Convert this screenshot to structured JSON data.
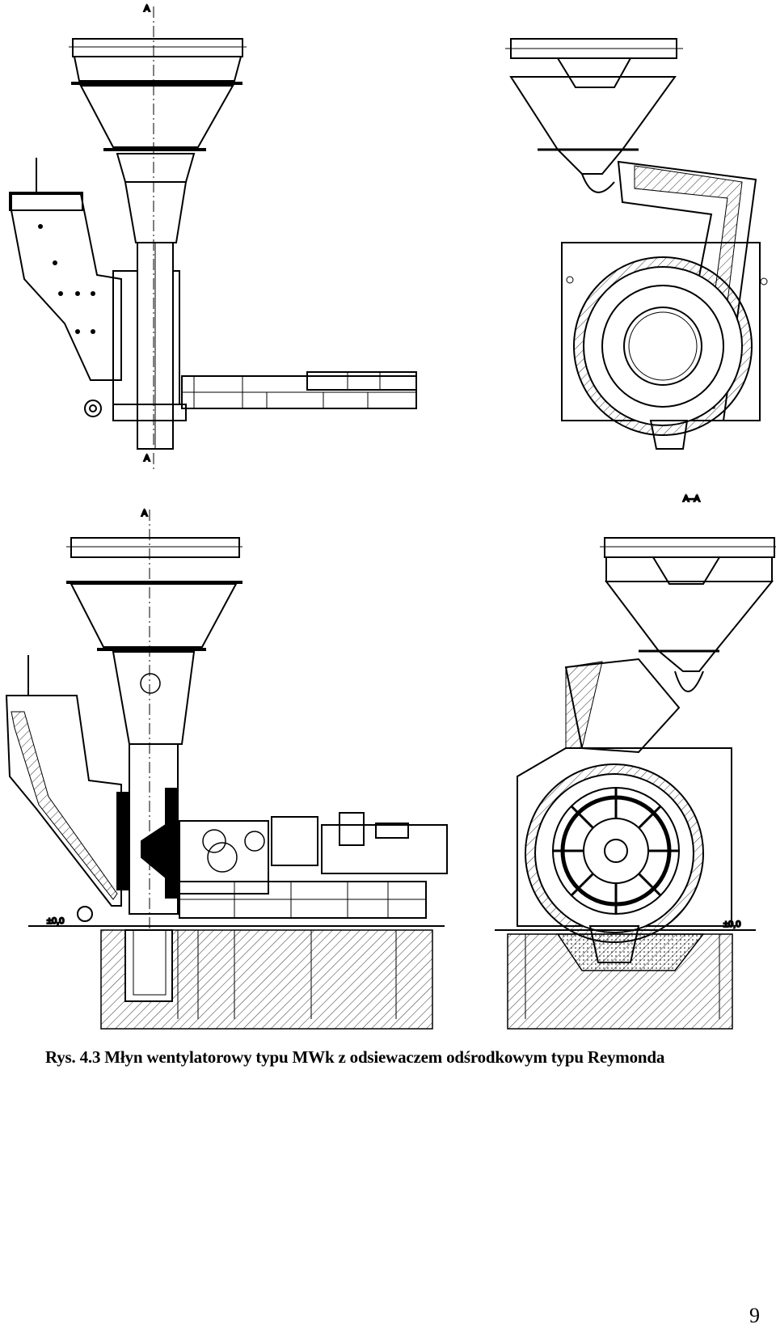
{
  "drawing": {
    "section_marker": "A",
    "section_title": "A–A",
    "elevation_mark_left": "±0,0",
    "elevation_mark_right": "±0,0"
  },
  "caption": "Rys. 4.3 Młyn wentylatorowy typu MWk z odsiewaczem odśrodkowym typu Reymonda",
  "page_number": "9"
}
